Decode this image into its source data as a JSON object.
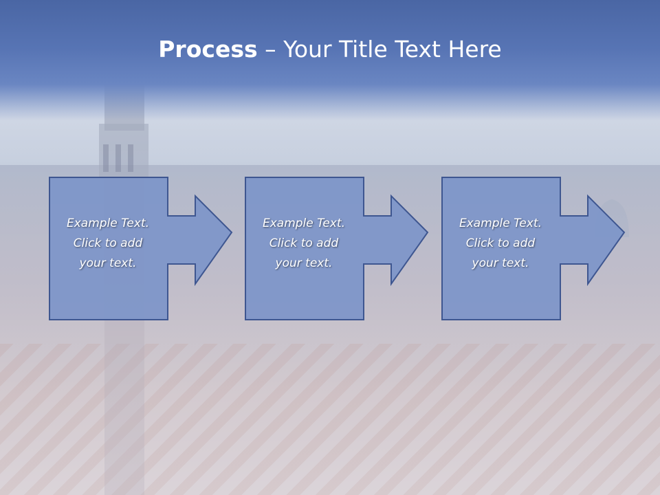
{
  "slide": {
    "title_bold": "Process",
    "title_rest": " – Your Title Text Here"
  },
  "steps": [
    {
      "lines": [
        "Example Text.",
        "Click  to add",
        "your text."
      ]
    },
    {
      "lines": [
        "Example Text.",
        "Click  to add",
        "your text."
      ]
    },
    {
      "lines": [
        "Example Text.",
        "Click  to add",
        "your text."
      ]
    }
  ],
  "colors": {
    "box_fill": "#7d95c9",
    "box_stroke": "#3e5690",
    "title_band": "#5270b0",
    "text": "#ffffff"
  }
}
